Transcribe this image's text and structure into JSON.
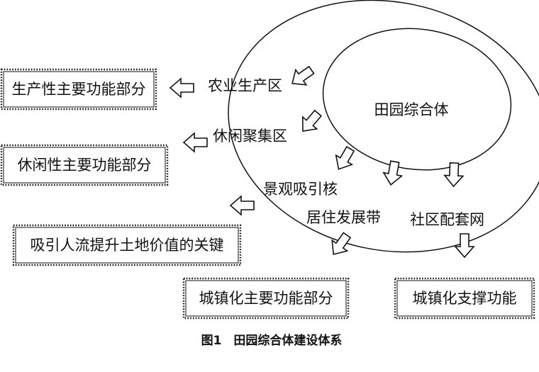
{
  "diagram": {
    "inner_label": "田园综合体",
    "zones": {
      "agri": "农业生产区",
      "leisure": "休闲聚集区",
      "scenic": "景观吸引核",
      "residence": "居住发展带",
      "community": "社区配套网"
    },
    "boxes": {
      "productive": "生产性主要功能部分",
      "leisure": "休闲性主要功能部分",
      "attract": "吸引人流提升土地价值的关键",
      "urban_main": "城镇化主要功能部分",
      "urban_support": "城镇化支撑功能"
    },
    "caption": "图1　田园综合体建设体系"
  }
}
